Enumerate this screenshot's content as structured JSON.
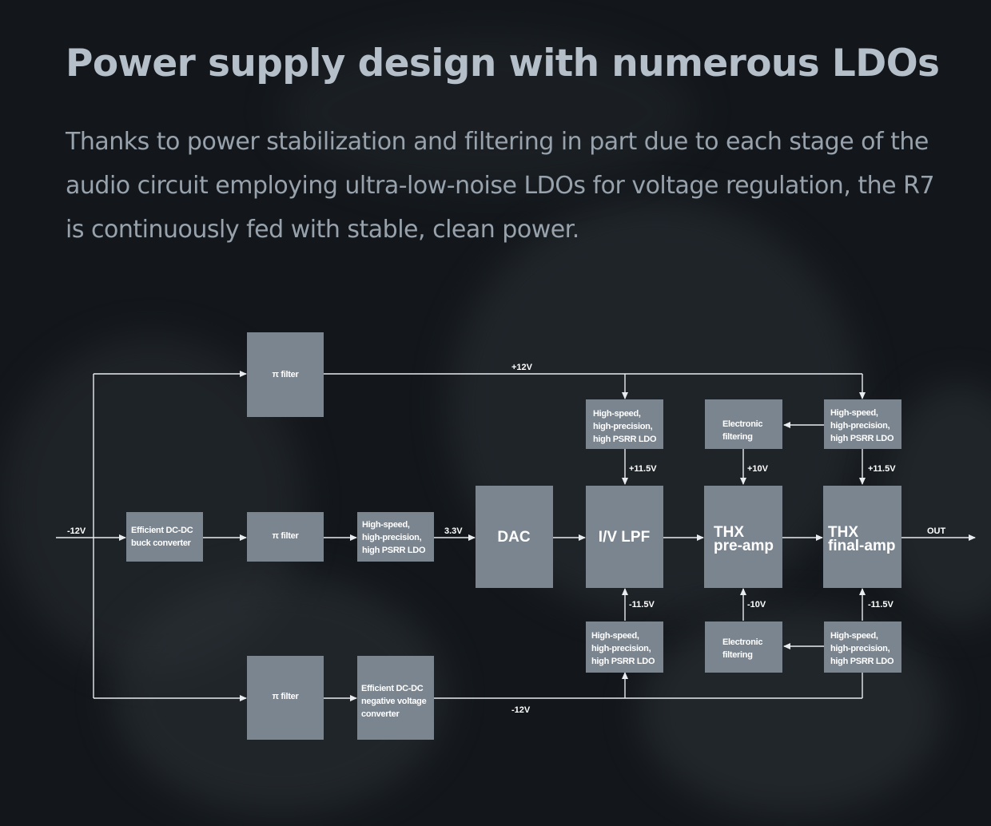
{
  "heading": "Power supply design with numerous LDOs",
  "description": "Thanks to power stabilization and filtering in part due to each stage of the audio circuit employing ultra-low-noise LDOs for voltage regulation, the R7 is continuously fed with stable, clean power.",
  "diagram": {
    "blocks": {
      "pi_filter_top": [
        "π filter"
      ],
      "buck_converter": [
        "Efficient DC-DC",
        "buck converter"
      ],
      "pi_filter_mid": [
        "π filter"
      ],
      "ldo_mid": [
        "High-speed,",
        "high-precision,",
        "high PSRR LDO"
      ],
      "dac": [
        "DAC"
      ],
      "iv_lpf": [
        "I/V LPF"
      ],
      "thx_preamp": [
        "THX",
        "pre-amp"
      ],
      "thx_finalamp": [
        "THX",
        "final-amp"
      ],
      "ldo_iv_top": [
        "High-speed,",
        "high-precision,",
        "high PSRR LDO"
      ],
      "filter_pre_top": [
        "Electronic",
        "filtering"
      ],
      "ldo_final_top": [
        "High-speed,",
        "high-precision,",
        "high PSRR LDO"
      ],
      "ldo_iv_bottom": [
        "High-speed,",
        "high-precision,",
        "high PSRR LDO"
      ],
      "filter_pre_bottom": [
        "Electronic",
        "filtering"
      ],
      "ldo_final_bottom": [
        "High-speed,",
        "high-precision,",
        "high PSRR LDO"
      ],
      "pi_filter_bottom": [
        "π filter"
      ],
      "neg_converter": [
        "Efficient DC-DC",
        "negative voltage",
        "converter"
      ]
    },
    "labels": {
      "input": "-12V",
      "plus12": "+12V",
      "v33": "3.3V",
      "out": "OUT",
      "minus12_bottom": "-12V",
      "iv_pos": "+11.5V",
      "pre_pos": "+10V",
      "final_pos": "+11.5V",
      "iv_neg": "-11.5V",
      "pre_neg": "-10V",
      "final_neg": "-11.5V"
    }
  }
}
